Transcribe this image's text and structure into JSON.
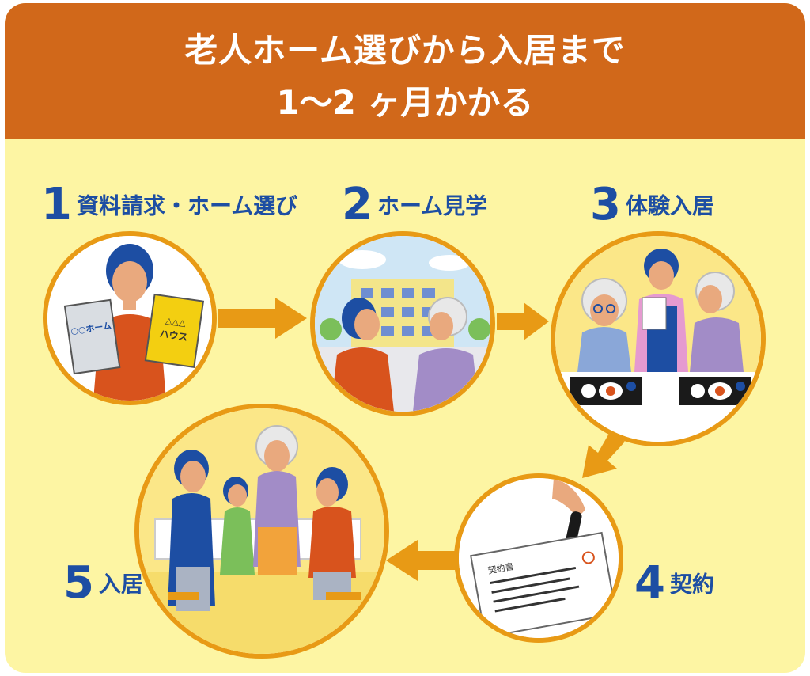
{
  "title": {
    "line1": "老人ホーム選びから入居まで",
    "line2": "1〜2 ヶ月かかる"
  },
  "steps": [
    {
      "number": "1",
      "label": "資料請求・ホーム選び"
    },
    {
      "number": "2",
      "label": "ホーム見学"
    },
    {
      "number": "3",
      "label": "体験入居"
    },
    {
      "number": "4",
      "label": "契約"
    },
    {
      "number": "5",
      "label": "入居"
    }
  ],
  "illustrations": {
    "brochure_left": "○○ホーム",
    "brochure_right_top": "△△△",
    "brochure_right_bottom": "ハウス",
    "contract_title": "契約書"
  },
  "colors": {
    "header": "#d1681a",
    "background": "#fdf5a3",
    "accent": "#e89a15",
    "label": "#1d4ea3"
  }
}
